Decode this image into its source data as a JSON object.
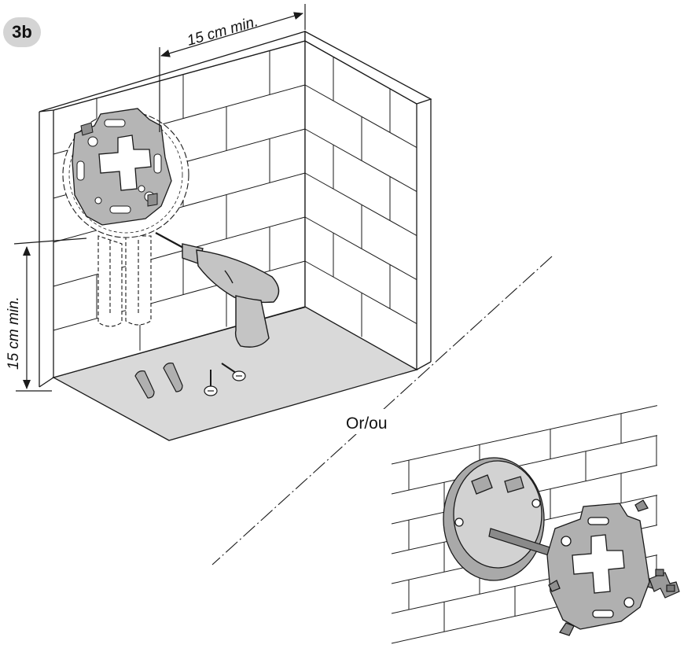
{
  "step": {
    "badge": "3b"
  },
  "dimensions": {
    "horizontal_label": "15 cm min.",
    "vertical_label": "15 cm min."
  },
  "separator": {
    "or_label": "Or/ou"
  },
  "colors": {
    "line": "#1a1a1a",
    "floor": "#d9d9d9",
    "metal": "#a7a7a7",
    "badge": "#d4d4d4"
  }
}
